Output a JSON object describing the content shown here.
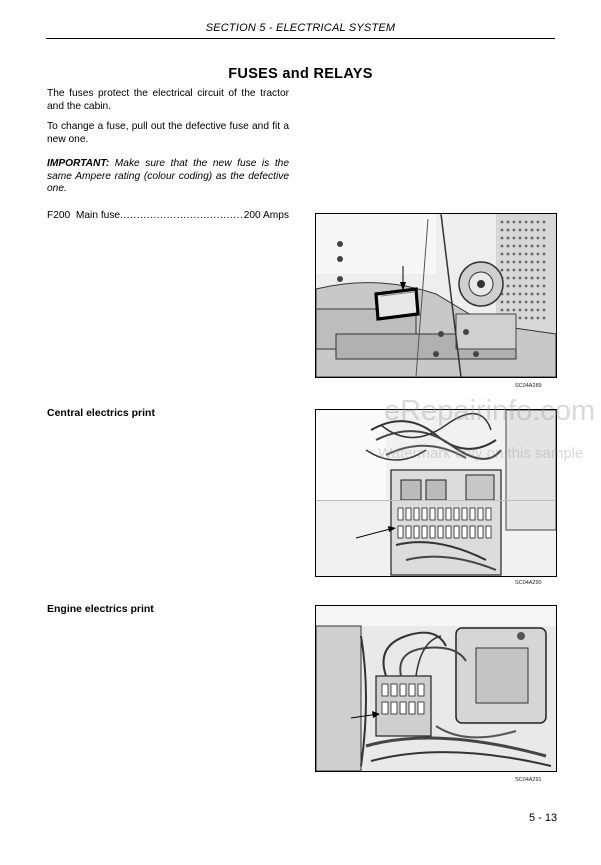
{
  "header": {
    "section": "SECTION 5 - ELECTRICAL SYSTEM"
  },
  "title": "FUSES and RELAYS",
  "paragraphs": {
    "p1": "The fuses protect the electrical circuit of the tractor and the cabin.",
    "p2": "To change a fuse, pull out the defective fuse and fit a new one.",
    "p3_lead": "IMPORTANT:",
    "p3_rest": " Make sure that the new fuse is the same Ampere rating (colour coding) as the defective one."
  },
  "fuse": {
    "code": "F200",
    "name": "Main fuse",
    "dots": "................................................................",
    "rating": "200 Amps"
  },
  "subheadings": {
    "central": "Central electrics print",
    "engine": "Engine electrics print"
  },
  "figures": {
    "fig1_code": "SC04A289",
    "fig2_code": "SC04A290",
    "fig3_code": "SC04A291"
  },
  "watermark": {
    "line1": "eRepairinfo.com",
    "line2": "Watermark only on this sample"
  },
  "page_number": "5 - 13"
}
